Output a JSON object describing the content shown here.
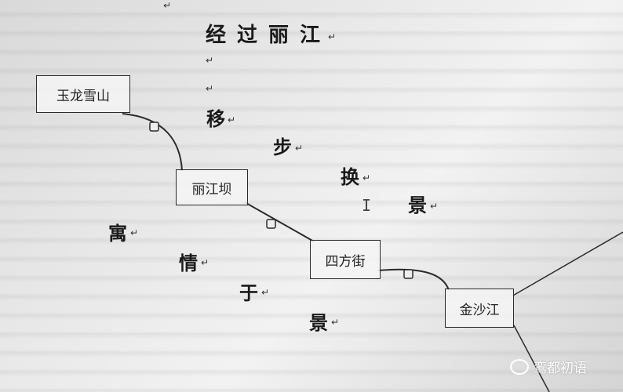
{
  "title": "经过丽江",
  "nodes": {
    "yulong": "玉龙雪山",
    "lijiangba": "丽江坝",
    "sifangjie": "四方街",
    "jinshajiang": "金沙江"
  },
  "path_chars": [
    "移",
    "步",
    "换",
    "景"
  ],
  "feeling_chars": [
    "寓",
    "情",
    "于",
    "景"
  ],
  "watermark": "鸾都初语",
  "paragraph_mark": "↵",
  "cursor": "I",
  "colors": {
    "line": "#2b2b2b",
    "text": "#1a1a1a"
  }
}
